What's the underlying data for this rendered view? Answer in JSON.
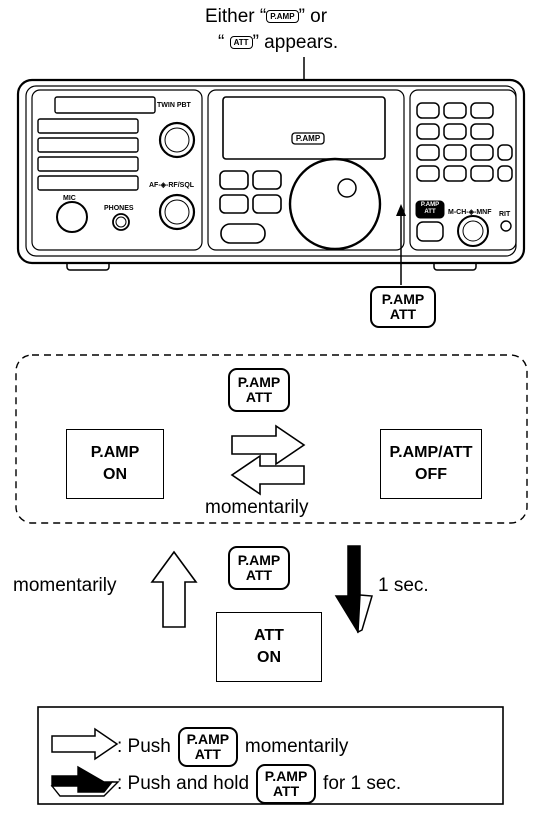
{
  "callout": {
    "line1_pre": "Either “",
    "line1_mid": "P.AMP",
    "line1_post": "” or",
    "line2_pre": "“",
    "line2_mid": "ATT",
    "line2_post": "” appears."
  },
  "radio": {
    "display_indicator": "P.AMP",
    "labels": {
      "twin_pbt": "TWIN PBT",
      "af_rf_sql": "AF-◈-RF/SQL",
      "mic": "MIC",
      "phones": "PHONES",
      "mch_mnf": "M-CH-◈-MNF",
      "rit": "RIT",
      "key_top": "P.AMP",
      "key_bottom": "ATT"
    }
  },
  "key_label": {
    "top": "P.AMP",
    "bottom": "ATT"
  },
  "states": {
    "pamp_on": {
      "line1": "P.AMP",
      "line2": "ON"
    },
    "pamp_att_off": {
      "line1": "P.AMP/ATT",
      "line2": "OFF"
    },
    "att_on": {
      "line1": "ATT",
      "line2": "ON"
    }
  },
  "transitions": {
    "momentarily_bottom": "momentarily",
    "momentarily_left": "momentarily",
    "hold_label": "1 sec."
  },
  "legend": {
    "push_prefix": ": Push",
    "push_suffix": "momentarily",
    "hold_prefix": ": Push and hold",
    "hold_suffix": "for 1 sec."
  }
}
